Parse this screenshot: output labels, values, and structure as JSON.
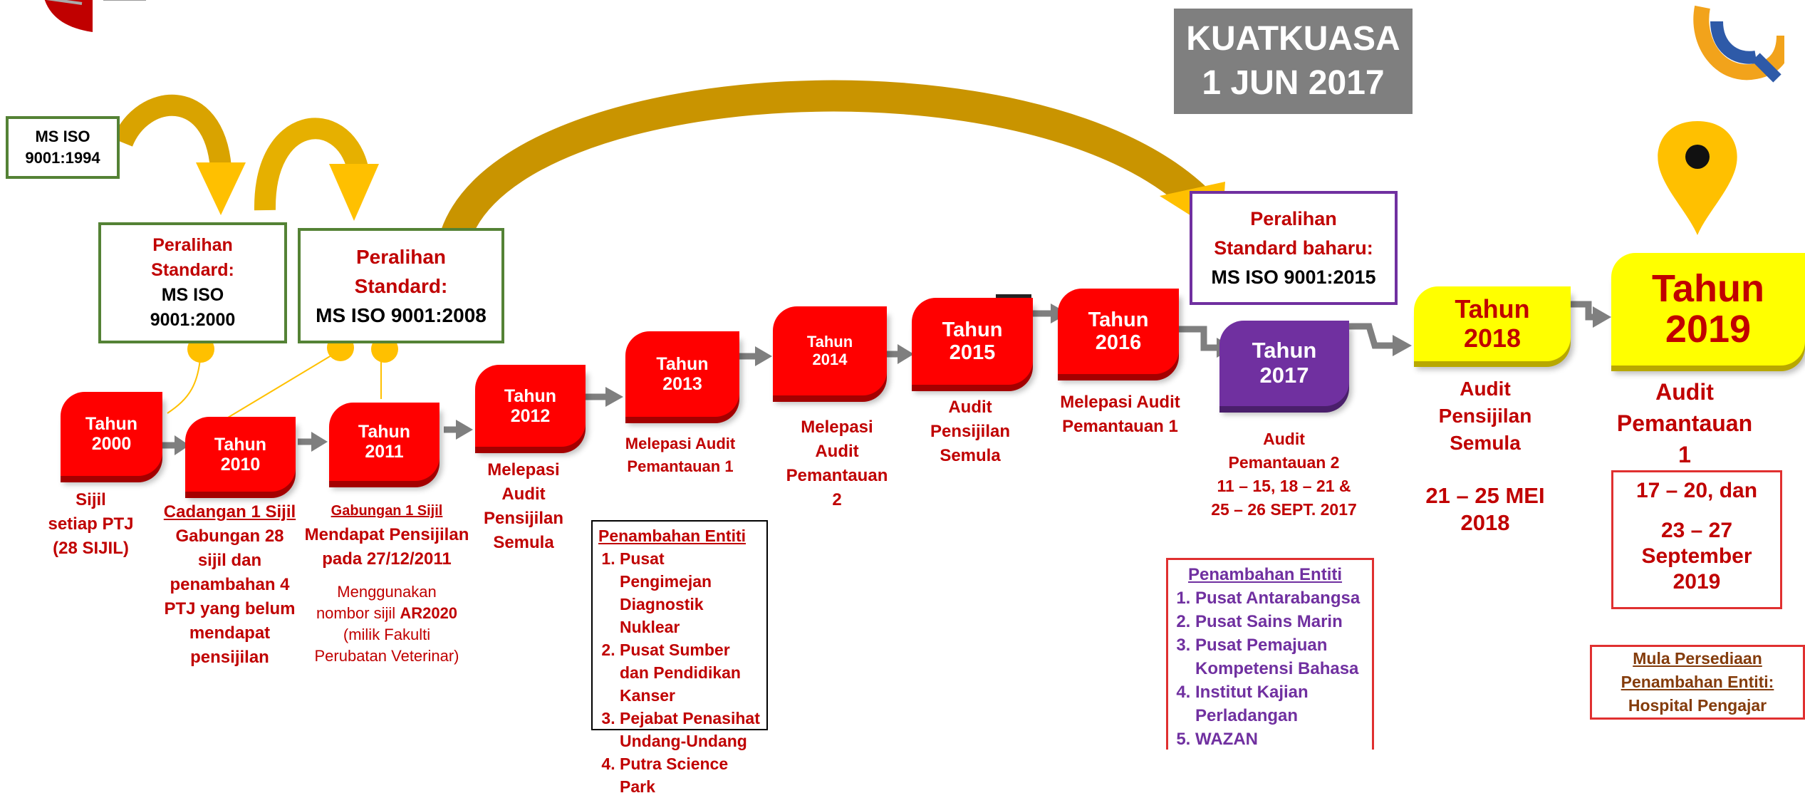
{
  "header": {
    "effective_notice": [
      "KUATKUASA",
      "1 JUN 2017"
    ]
  },
  "standards": {
    "iso1994": [
      "MS ISO",
      "9001:1994"
    ],
    "transition_2000": {
      "title": [
        "Peralihan",
        "Standard:"
      ],
      "std": [
        "MS ISO",
        "9001:2000"
      ]
    },
    "transition_2008": {
      "title": [
        "Peralihan",
        "Standard:"
      ],
      "std": "MS ISO 9001:2008"
    },
    "transition_2015": {
      "title": [
        "Peralihan",
        "Standard baharu:"
      ],
      "std": "MS ISO 9001:2015"
    }
  },
  "milestones": [
    {
      "id": "2000",
      "label": [
        "Tahun",
        "2000"
      ],
      "desc": [
        "Sijil",
        "setiap PTJ",
        "(28 SIJIL)"
      ]
    },
    {
      "id": "2010",
      "label": [
        "Tahun",
        "2010"
      ],
      "desc_title": "Cadangan 1 Sijil",
      "desc": [
        "Gabungan 28",
        "sijil dan",
        "penambahan 4",
        "PTJ yang belum",
        "mendapat",
        "pensijilan"
      ]
    },
    {
      "id": "2011",
      "label": [
        "Tahun",
        "2011"
      ],
      "desc_title": "Gabungan 1 Sijil",
      "desc": [
        "Mendapat Pensijilan",
        "pada 27/12/2011"
      ],
      "note_lines": [
        "Menggunakan",
        "nombor sijil"
      ],
      "note_strong": "AR2020",
      "note_tail": [
        "(milik Fakulti",
        "Perubatan Veterinar)"
      ]
    },
    {
      "id": "2012",
      "label": [
        "Tahun",
        "2012"
      ],
      "desc": [
        "Melepasi",
        "Audit",
        "Pensijilan",
        "Semula"
      ]
    },
    {
      "id": "2013",
      "label": [
        "Tahun",
        "2013"
      ],
      "desc": [
        "Melepasi Audit",
        "Pemantauan 1"
      ]
    },
    {
      "id": "2014",
      "label": [
        "Tahun",
        "2014"
      ],
      "desc": [
        "Melepasi",
        "Audit",
        "Pemantauan",
        "2"
      ]
    },
    {
      "id": "2015",
      "label": [
        "Tahun",
        "2015"
      ],
      "desc": [
        "Audit",
        "Pensijilan",
        "Semula"
      ]
    },
    {
      "id": "2016",
      "label": [
        "Tahun",
        "2016"
      ],
      "desc": [
        "Melepasi Audit",
        "Pemantauan 1"
      ]
    },
    {
      "id": "2017",
      "label": [
        "Tahun",
        "2017"
      ],
      "desc": [
        "Audit",
        "Pemantauan 2",
        "11 – 15, 18 – 21 &",
        "25 – 26 SEPT. 2017"
      ]
    },
    {
      "id": "2018",
      "label": [
        "Tahun",
        "2018"
      ],
      "desc": [
        "Audit",
        "Pensijilan",
        "Semula"
      ],
      "date": [
        "21 – 25 MEI",
        "2018"
      ]
    },
    {
      "id": "2019",
      "label": [
        "Tahun",
        "2019"
      ],
      "desc": [
        "Audit",
        "Pemantauan",
        "1"
      ],
      "dates": [
        "17 – 20, dan",
        "23 – 27",
        "September",
        "2019"
      ]
    }
  ],
  "entity_box_2013": {
    "title": "Penambahan Entiti",
    "items": [
      "Pusat Pengimejan Diagnostik Nuklear",
      "Pusat Sumber dan Pendidikan Kanser",
      "Pejabat Penasihat Undang-Undang",
      "Putra Science Park"
    ]
  },
  "entity_box_2017": {
    "title": "Penambahan Entiti",
    "items": [
      "Pusat Antarabangsa",
      "Pusat Sains Marin",
      "Pusat Pemajuan Kompetensi Bahasa",
      "Institut Kajian Perladangan",
      "WAZAN"
    ]
  },
  "prep_box": {
    "title": [
      "Mula Persediaan",
      "Penambahan Entiti:"
    ],
    "item": "Hospital Pengajar"
  },
  "colors": {
    "red": "#ff0000",
    "dark_red": "#c00000",
    "purple": "#7030a0",
    "yellow": "#ffff00",
    "gold": "#d4a017",
    "green_border": "#548235",
    "gray": "#7f7f7f"
  },
  "icons": [
    "university-logo",
    "quality-logo",
    "location-pin-icon",
    "arrow-icon",
    "curved-arrow-icon"
  ]
}
